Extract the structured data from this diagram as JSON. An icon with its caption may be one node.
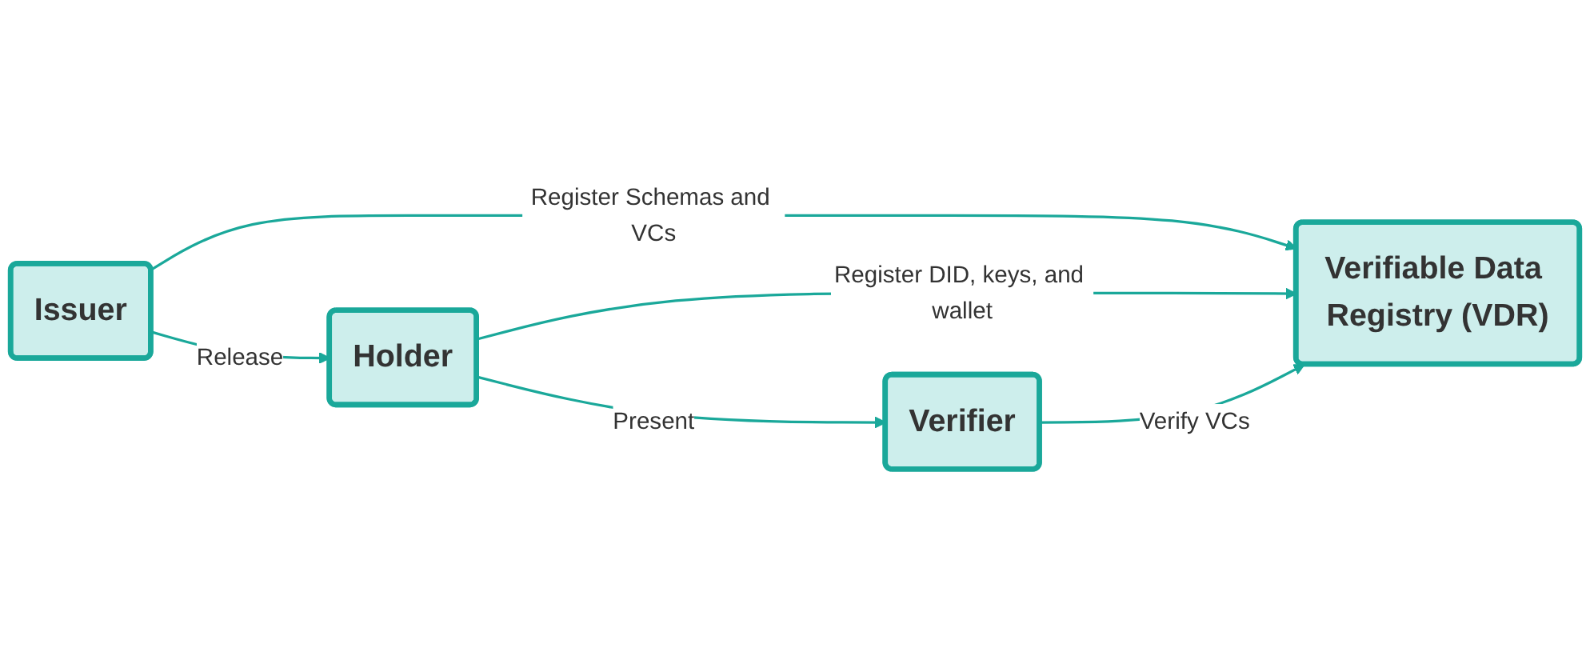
{
  "diagram": {
    "nodes": [
      {
        "text": [
          "Issuer"
        ]
      },
      {
        "text": [
          "Holder"
        ]
      },
      {
        "text": [
          "Verifier"
        ]
      },
      {
        "text": [
          "Verifiable Data Registry (VDR)"
        ]
      }
    ],
    "edges": [
      {
        "from": 0,
        "to": 1,
        "arrow": "to",
        "label": "Release"
      },
      {
        "from": 1,
        "to": 2,
        "arrow": "to",
        "label": "Present"
      },
      {
        "from": 0,
        "to": 3,
        "arrow": "to",
        "label": "Register Schemas and VCs"
      },
      {
        "from": 1,
        "to": 3,
        "arrow": "to",
        "label": "Register DID, keys, and wallet"
      },
      {
        "from": 2,
        "to": 3,
        "arrow": "to",
        "label": "Verify VCs"
      }
    ]
  }
}
